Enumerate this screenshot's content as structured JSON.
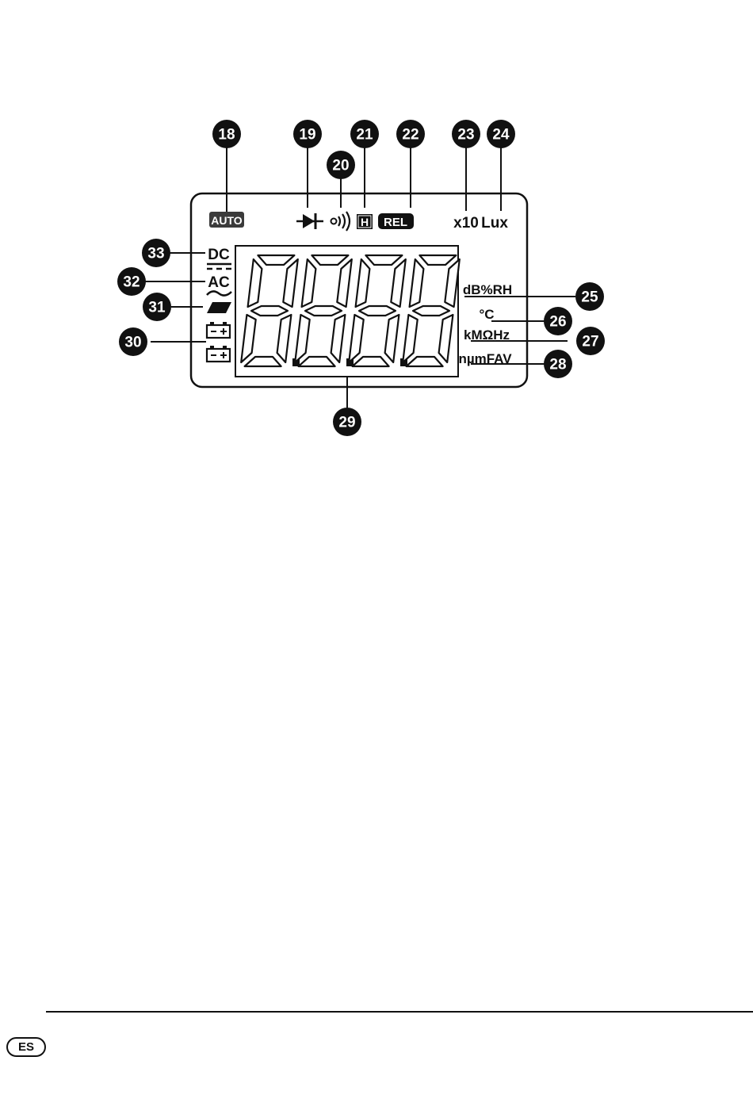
{
  "callouts": [
    {
      "n": "18"
    },
    {
      "n": "19"
    },
    {
      "n": "20"
    },
    {
      "n": "21"
    },
    {
      "n": "22"
    },
    {
      "n": "23"
    },
    {
      "n": "24"
    },
    {
      "n": "25"
    },
    {
      "n": "26"
    },
    {
      "n": "27"
    },
    {
      "n": "28"
    },
    {
      "n": "29"
    },
    {
      "n": "30"
    },
    {
      "n": "31"
    },
    {
      "n": "32"
    },
    {
      "n": "33"
    }
  ],
  "display": {
    "auto": "AUTO",
    "hold": "H",
    "rel": "REL",
    "x10": "x10",
    "lux": "Lux",
    "dc": "DC",
    "ac": "AC",
    "db_rh": "dB%RH",
    "degc": "°C",
    "kmohz": "kMΩHz",
    "npmfav": "nµmFAV",
    "digits": [
      "8",
      "8",
      "8",
      "8"
    ],
    "icons": [
      "diode-icon",
      "sound-icon",
      "battery-icon"
    ]
  },
  "footer": {
    "lang": "ES"
  }
}
